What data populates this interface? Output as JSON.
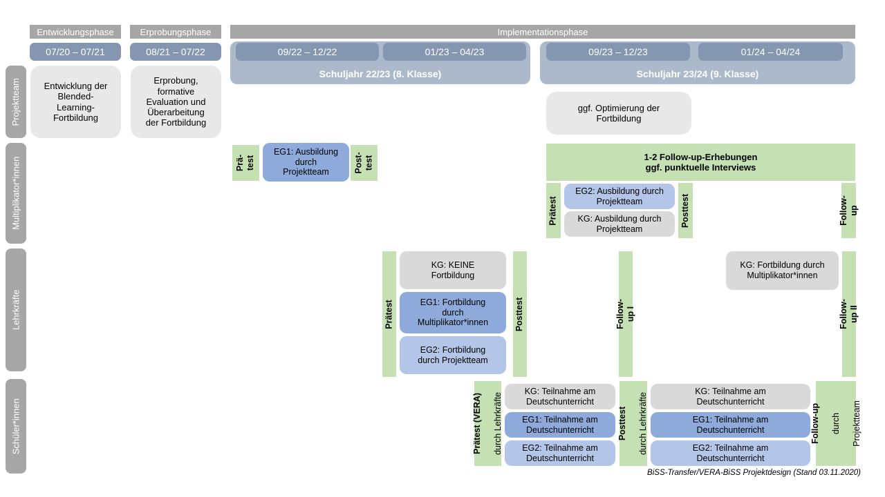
{
  "colors": {
    "phase_gray": "#a6a6a6",
    "row_label_gray": "#a6a6a6",
    "period_blue": "#8496b0",
    "school_year_blue": "#acb9ca",
    "green": "#c5e0b3",
    "eg1_blue": "#8eaadb",
    "eg2_blue": "#b4c6e7",
    "kg_gray": "#d9d9d9",
    "team_gray": "#e9e8e8"
  },
  "phases": {
    "development": "Entwicklungsphase",
    "testing": "Erprobungsphase",
    "implementation": "Implementationsphase"
  },
  "periods": {
    "p1": "07/20 – 07/21",
    "p2": "08/21 – 07/22",
    "p3": "09/22 – 12/22",
    "p4": "01/23 – 04/23",
    "p5": "09/23 – 12/23",
    "p6": "01/24 – 04/24"
  },
  "school_years": {
    "sy_22_23": "Schuljahr 22/23 (8. Klasse)",
    "sy_23_24": "Schuljahr 23/24 (9. Klasse)"
  },
  "row_labels": {
    "projektteam": "Projektteam",
    "multiplikatoren": "Multiplikator*innen",
    "lehrkraefte": "Lehrkräfte",
    "schueler": "Schüler*innen"
  },
  "projektteam": {
    "development": "Entwicklung der\nBlended-\nLearning-\nFortbildung",
    "testing": "Erprobung,\nformative\nEvaluation und\nÜberarbeitung\nder Fortbildung",
    "optimization": "ggf. Optimierung der\nFortbildung"
  },
  "multiplikatoren": {
    "pretest1": "Prä-\ntest",
    "eg1": "EG1: Ausbildung\ndurch\nProjektteam",
    "posttest1": "Post-\ntest",
    "followup_box": "1-2 Follow-up-Erhebungen\nggf. punktuelle Interviews",
    "pretest2": "Prätest",
    "eg2": "EG2: Ausbildung durch\nProjektteam",
    "kg": "KG: Ausbildung durch\nProjektteam",
    "posttest2": "Posttest",
    "followup": "Follow-up"
  },
  "lehrkraefte": {
    "pretest": "Prätest",
    "kg": "KG: KEINE\nFortbildung",
    "eg1": "EG1: Fortbildung\ndurch\nMultiplikator*innen",
    "eg2": "EG2: Fortbildung\ndurch Projektteam",
    "posttest": "Posttest",
    "followup1": "Follow-up I",
    "kg2": "KG: Fortbildung durch\nMultiplikator*innen",
    "followup2": "Follow-up II"
  },
  "schueler": {
    "pretest_bold": "Prätest (VERA)",
    "pretest_sub": "durch Lehrkräfte",
    "kg1": "KG: Teilnahme am\nDeutschunterricht",
    "eg1_1": "EG1: Teilnahme am\nDeutschunterricht",
    "eg2_1": "EG2: Teilnahme am\nDeutschunterricht",
    "posttest_bold": "Posttest",
    "posttest_sub": "durch Lehrkräfte",
    "kg2": "KG: Teilnahme am\nDeutschunterricht",
    "eg1_2": "EG1: Teilnahme am\nDeutschunterricht",
    "eg2_2": "EG2: Teilnahme am\nDeutschunterricht",
    "followup_bold": "Follow-up",
    "followup_sub1": "durch",
    "followup_sub2": "Projektteam"
  },
  "meta": {
    "caption": "BiSS-Transfer/VERA-BiSS Projektdesign (Stand 03.11.2020)"
  }
}
